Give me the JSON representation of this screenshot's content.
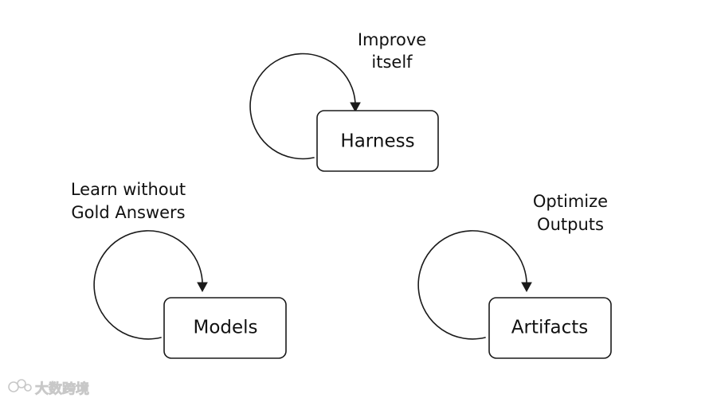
{
  "diagram": {
    "nodes": [
      {
        "id": "harness",
        "label": "Harness",
        "caption_lines": [
          "Improve",
          "itself"
        ]
      },
      {
        "id": "models",
        "label": "Models",
        "caption_lines": [
          "Learn without",
          "Gold Answers"
        ]
      },
      {
        "id": "artifacts",
        "label": "Artifacts",
        "caption_lines": [
          "Optimize",
          "Outputs"
        ]
      }
    ]
  },
  "watermark": {
    "text": "大数跨境"
  },
  "colors": {
    "stroke": "#1a1a1a",
    "text": "#111111",
    "background": "#ffffff",
    "watermark": "#c8c8c8"
  }
}
